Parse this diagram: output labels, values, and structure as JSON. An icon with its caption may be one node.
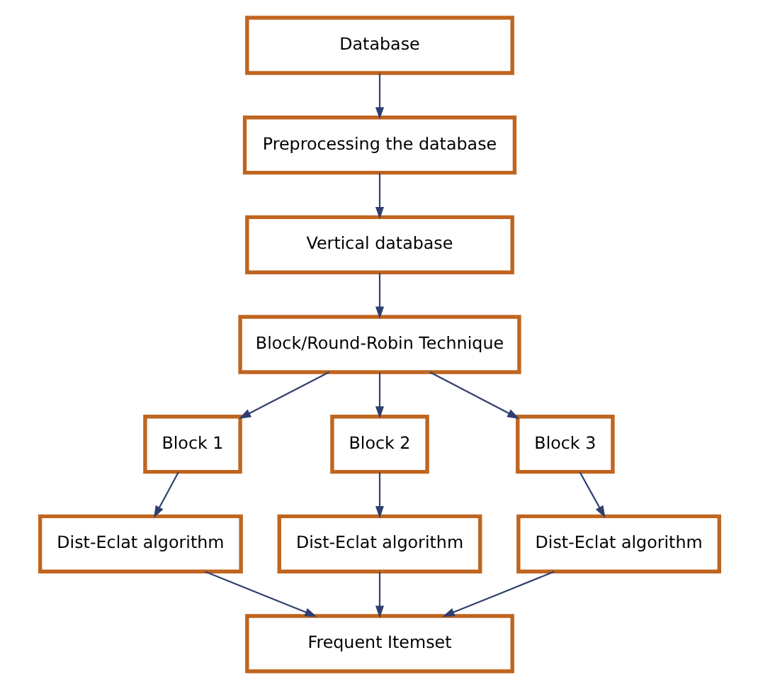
{
  "diagram": {
    "nodes": [
      {
        "text": [
          "Database"
        ]
      },
      {
        "text": [
          "Preprocessing the database"
        ]
      },
      {
        "text": [
          "Vertical database"
        ]
      },
      {
        "text": [
          "Block/Round-Robin Technique"
        ]
      },
      {
        "text": [
          "Block 1"
        ]
      },
      {
        "text": [
          "Block 2"
        ]
      },
      {
        "text": [
          "Block 3"
        ]
      },
      {
        "text": [
          "Dist-Eclat algorithm"
        ]
      },
      {
        "text": [
          "Dist-Eclat algorithm"
        ]
      },
      {
        "text": [
          "Dist-Eclat algorithm"
        ]
      },
      {
        "text": [
          "Frequent Itemset"
        ]
      }
    ],
    "edges": [
      {
        "from": 0,
        "to": 1,
        "arrow": "to"
      },
      {
        "from": 1,
        "to": 2,
        "arrow": "to"
      },
      {
        "from": 2,
        "to": 3,
        "arrow": "to"
      },
      {
        "from": 3,
        "to": 4,
        "arrow": "to"
      },
      {
        "from": 3,
        "to": 5,
        "arrow": "to"
      },
      {
        "from": 3,
        "to": 6,
        "arrow": "to"
      },
      {
        "from": 4,
        "to": 7,
        "arrow": "to"
      },
      {
        "from": 5,
        "to": 8,
        "arrow": "to"
      },
      {
        "from": 6,
        "to": 9,
        "arrow": "to"
      },
      {
        "from": 7,
        "to": 10,
        "arrow": "to"
      },
      {
        "from": 8,
        "to": 10,
        "arrow": "to"
      },
      {
        "from": 9,
        "to": 10,
        "arrow": "to"
      }
    ]
  }
}
